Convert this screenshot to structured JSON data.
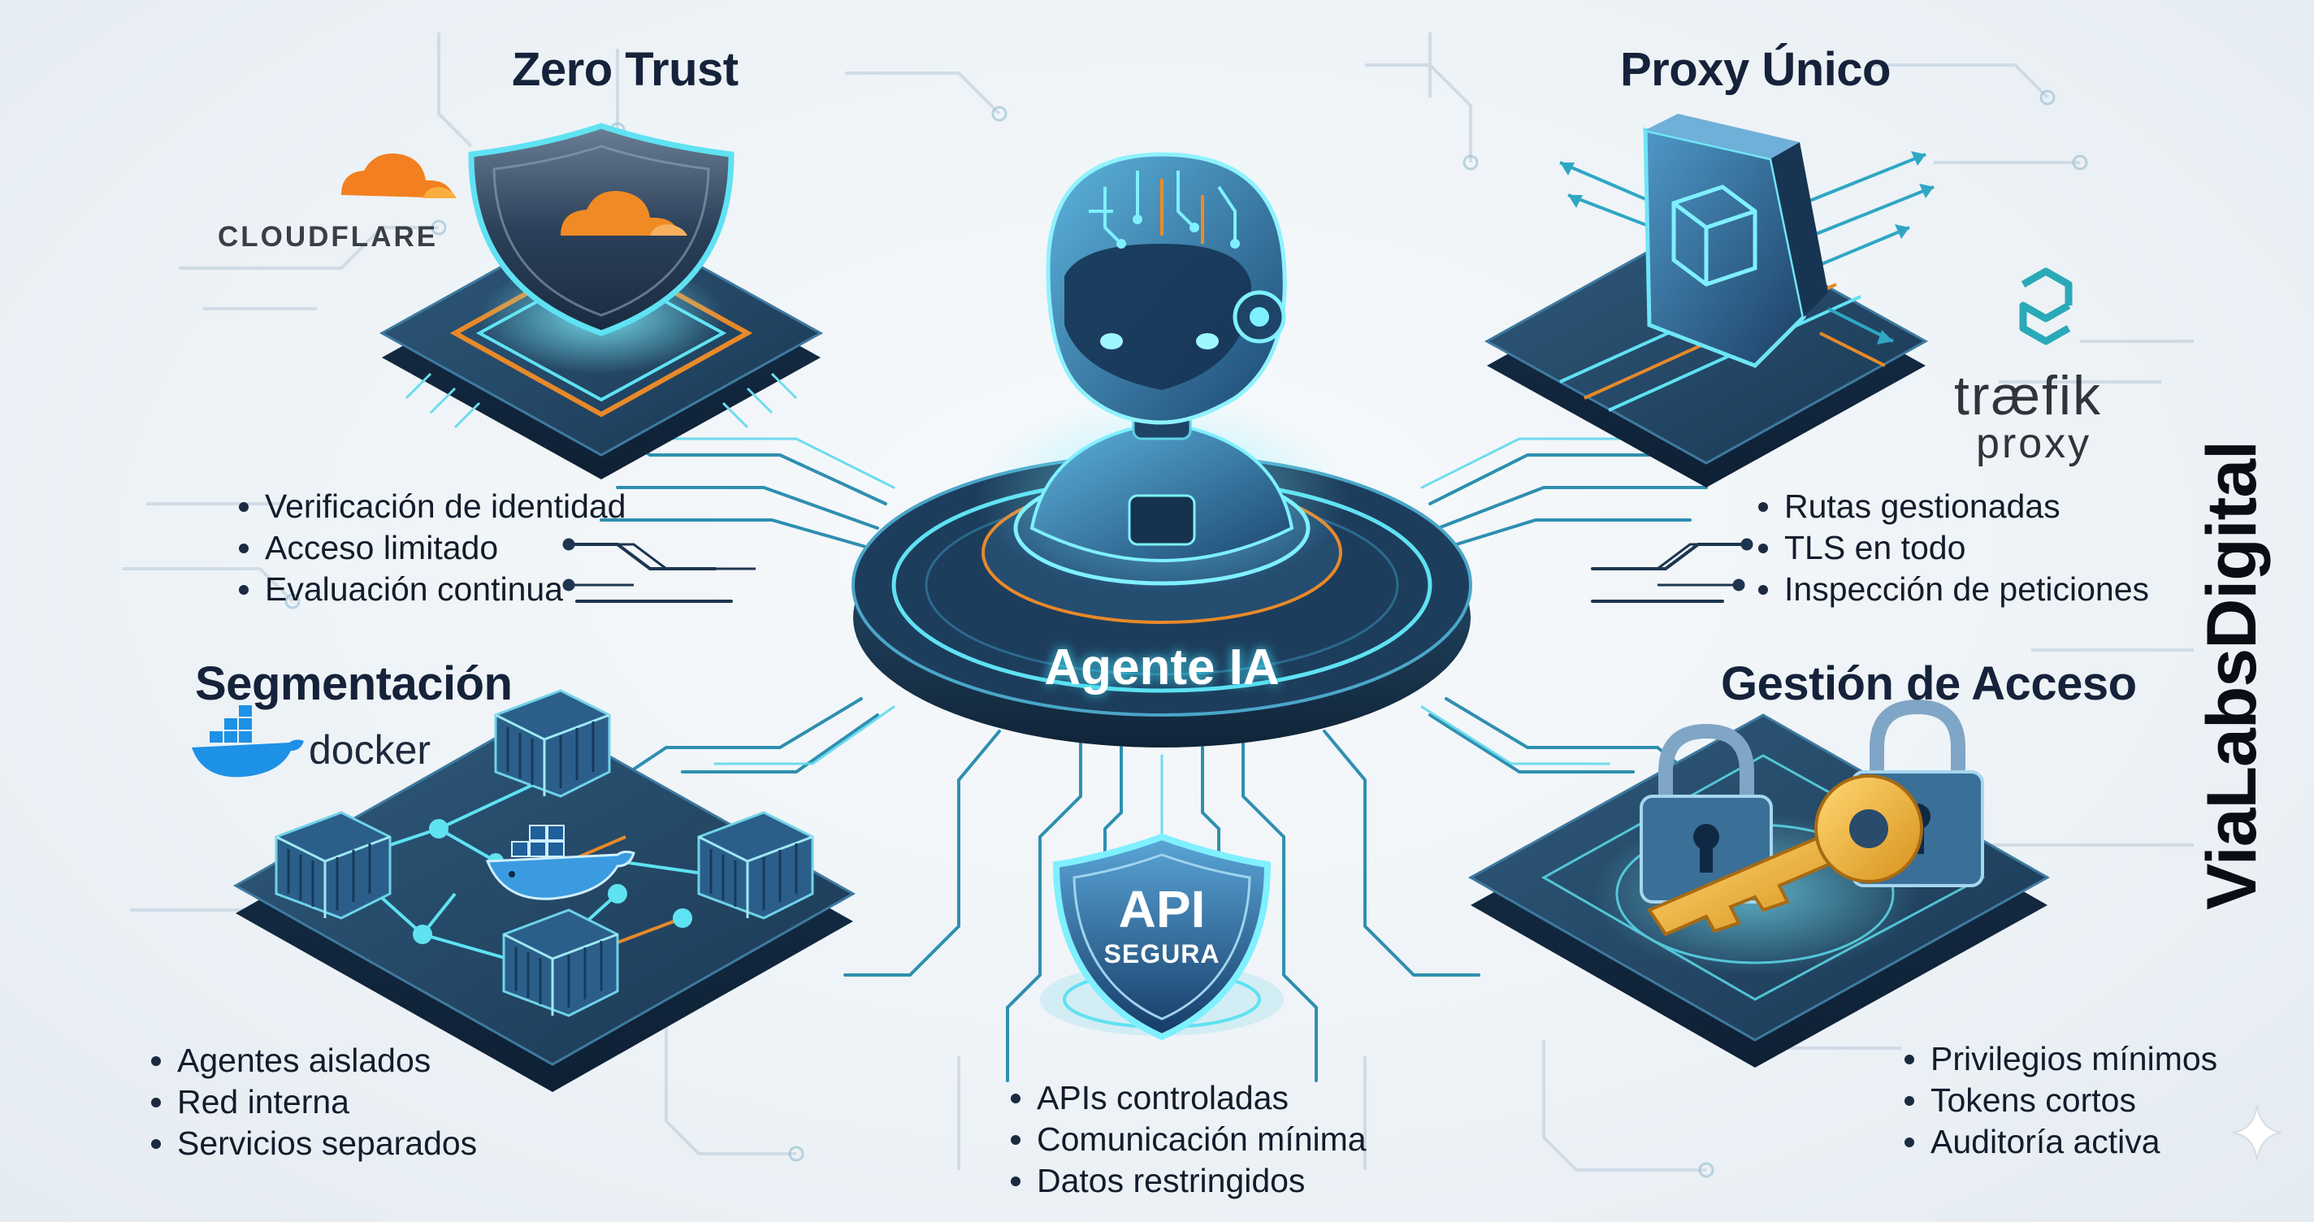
{
  "center": {
    "label": "Agente IA"
  },
  "brand": "ViaLabsDigital",
  "sections": {
    "zero_trust": {
      "title": "Zero Trust",
      "logo": "CLOUDFLARE",
      "bullets": [
        "Verificación de identidad",
        "Acceso limitado",
        "Evaluación continua"
      ]
    },
    "proxy": {
      "title": "Proxy Único",
      "logo_line1": "træfik",
      "logo_line2": "proxy",
      "bullets": [
        "Rutas gestionadas",
        "TLS en todo",
        "Inspección de peticiones"
      ]
    },
    "segmentacion": {
      "title": "Segmentación",
      "logo": "docker",
      "bullets": [
        "Agentes aislados",
        "Red interna",
        "Servicios separados"
      ]
    },
    "acceso": {
      "title": "Gestión de Acceso",
      "bullets": [
        "Privilegios mínimos",
        "Tokens cortos",
        "Auditoría activa"
      ]
    },
    "api": {
      "shield_line1": "API",
      "shield_line2": "SEGURA",
      "bullets": [
        "APIs controladas",
        "Comunicación mínima",
        "Datos restringidos"
      ]
    }
  },
  "colors": {
    "navy": "#15223a",
    "teal": "#2fc6dc",
    "cyan_glow": "#6fe6f5",
    "orange": "#f08a24",
    "gold": "#f2b53a",
    "platform": "#1f3a56"
  },
  "icons": [
    "shield-icon",
    "cloudflare-cloud-icon",
    "proxy-cube-icon",
    "traefik-logo-icon",
    "docker-whale-icon",
    "container-icon",
    "padlock-icon",
    "key-icon",
    "robot-head-icon",
    "sparkle-icon"
  ]
}
